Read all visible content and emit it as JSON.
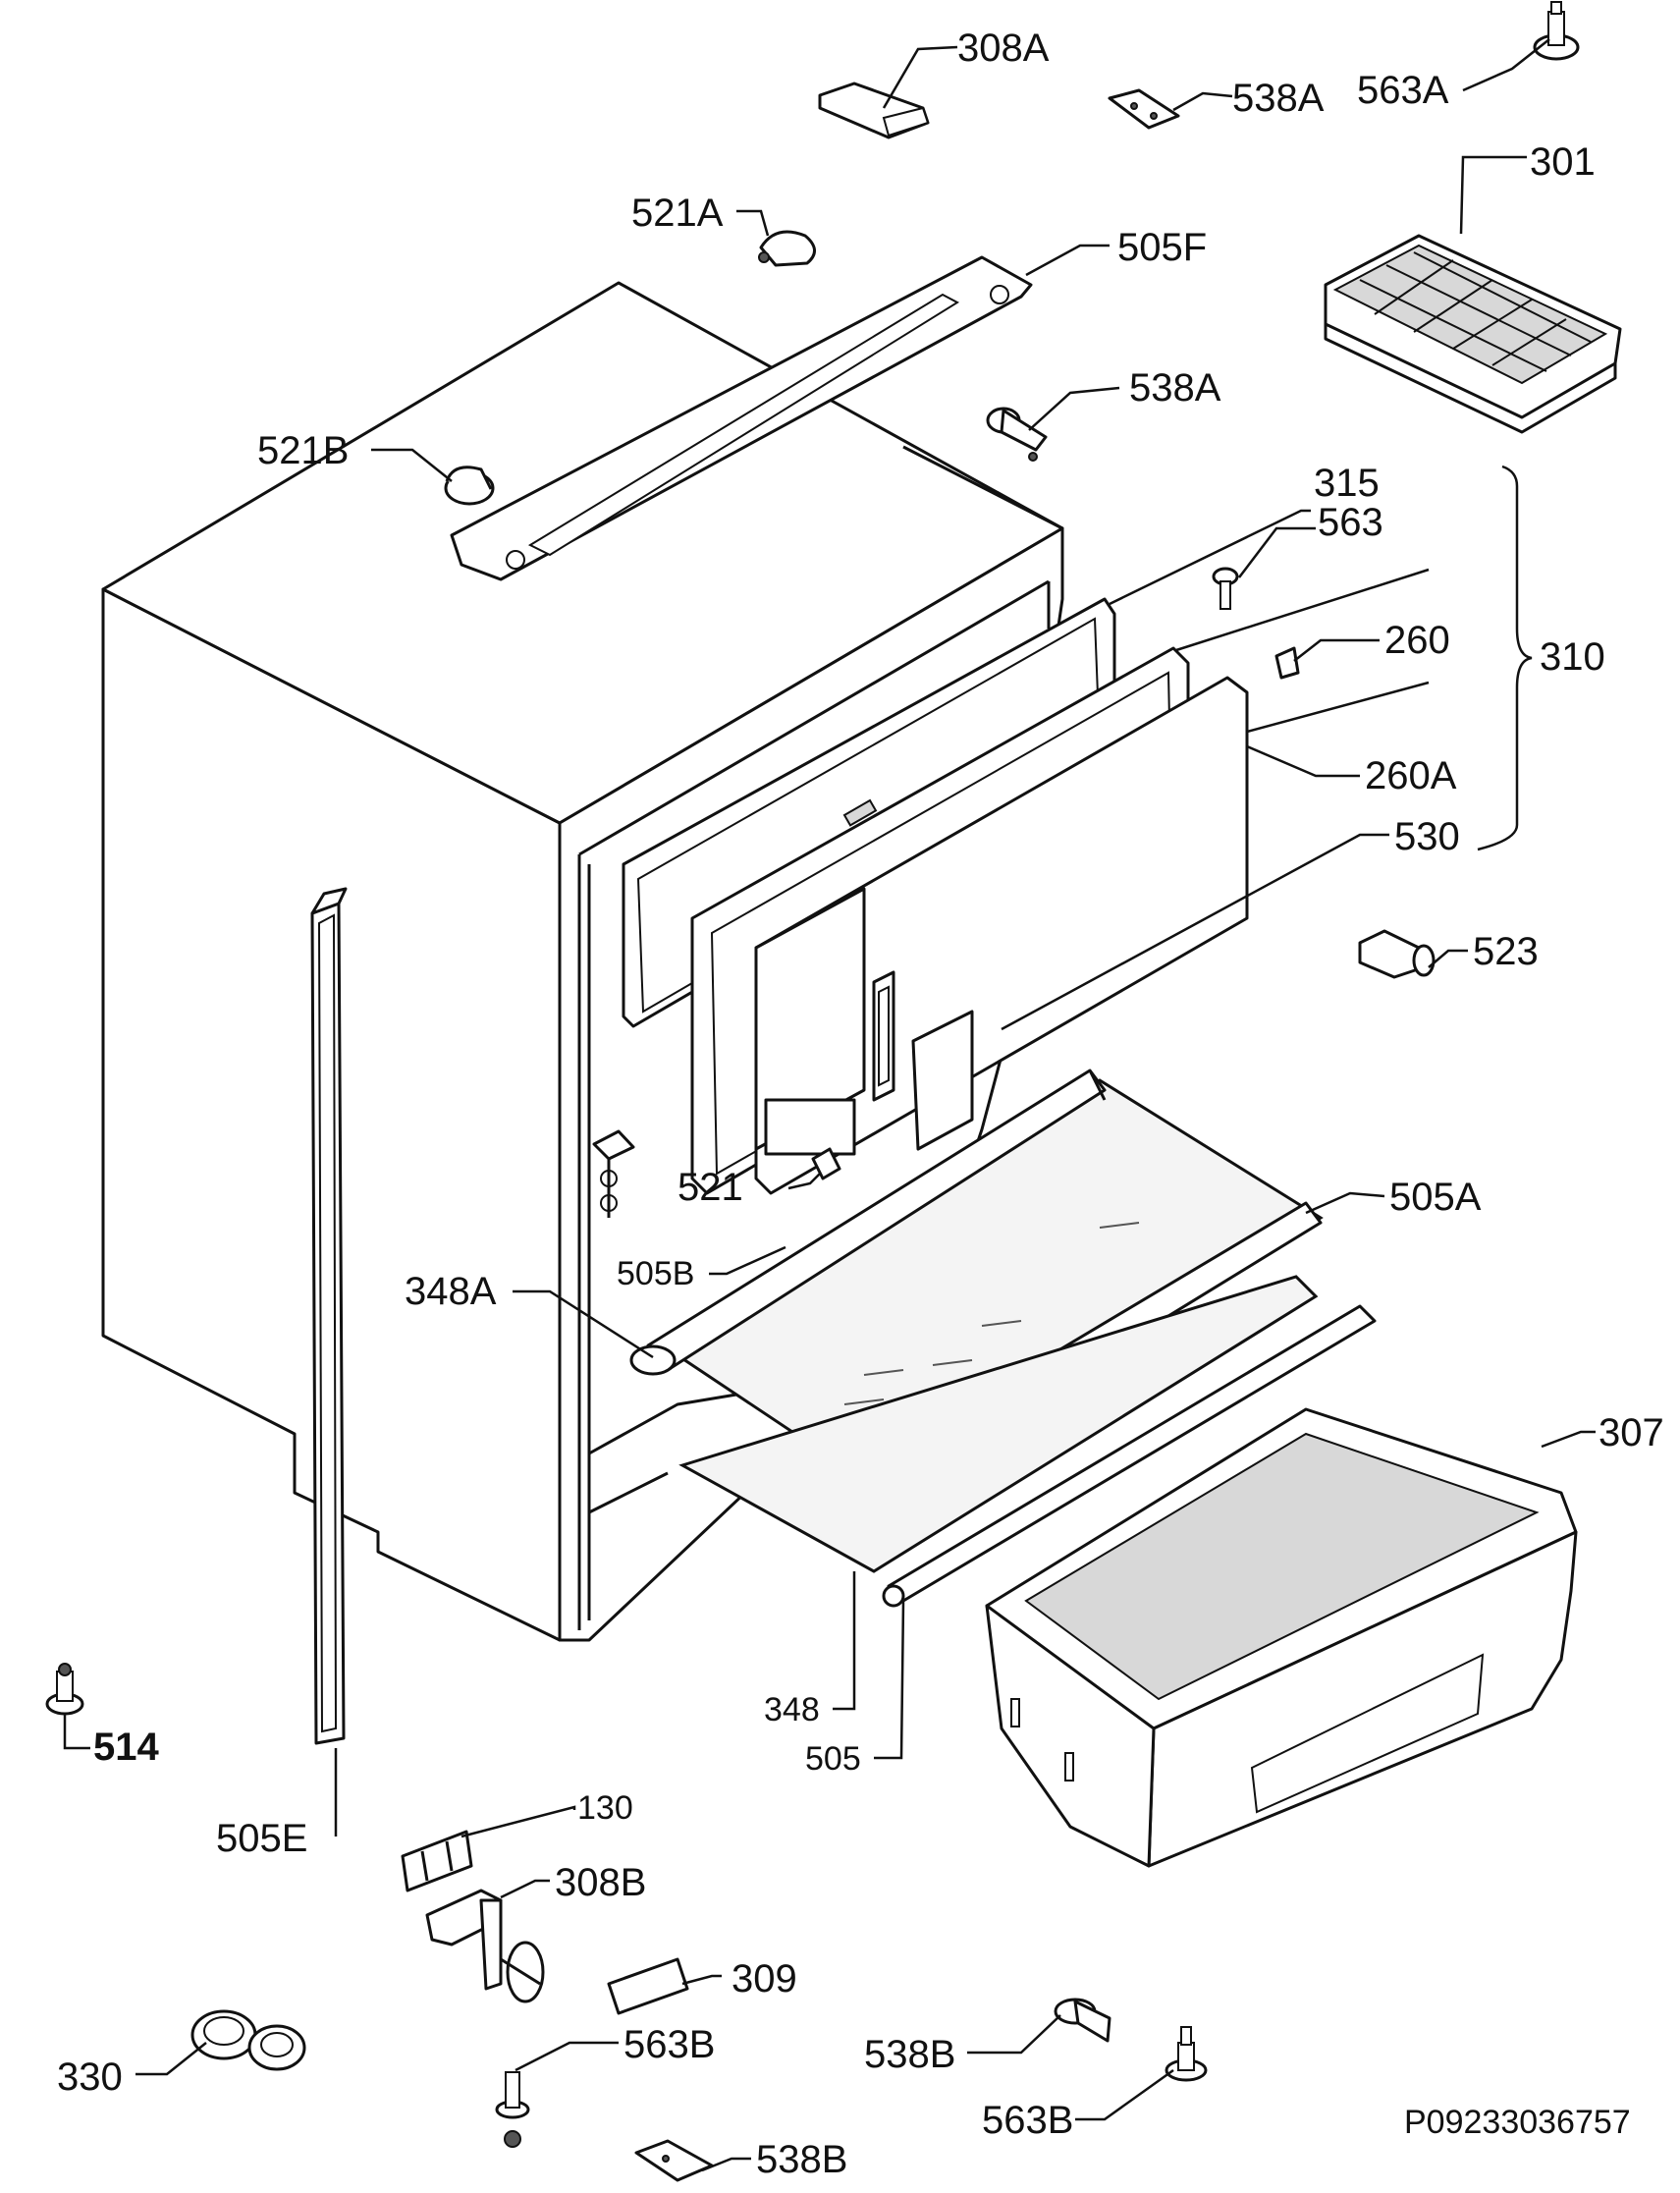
{
  "diagram": {
    "labels": {
      "l308A": "308A",
      "l538A_top": "538A",
      "l563A": "563A",
      "l521A": "521A",
      "l505F": "505F",
      "l301": "301",
      "l538A_mid": "538A",
      "l521B": "521B",
      "l315": "315",
      "l563": "563",
      "l260": "260",
      "l310": "310",
      "l260A": "260A",
      "l530": "530",
      "l523": "523",
      "l521": "521",
      "l505A": "505A",
      "l505B": "505B",
      "l348A": "348A",
      "l307": "307",
      "l348": "348",
      "l505": "505",
      "l514": "514",
      "l505E": "505E",
      "l130": "130",
      "l308B": "308B",
      "l309": "309",
      "l538B_mid": "538B",
      "l330": "330",
      "l563B_left": "563B",
      "l563B_right": "563B",
      "l538B_bottom": "538B"
    },
    "reference": "P09233036757"
  }
}
